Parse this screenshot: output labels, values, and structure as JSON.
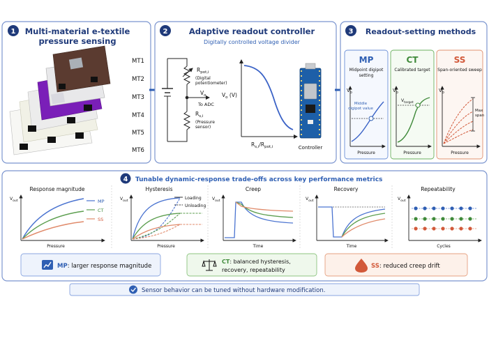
{
  "panel1": {
    "number": "1",
    "title_line1": "Multi-material e-textile",
    "title_line2": "pressure sensing",
    "materials": [
      "MT1",
      "MT2",
      "MT3",
      "MT4",
      "MT5",
      "MT6"
    ]
  },
  "panel2": {
    "number": "2",
    "title": "Adaptive readout controller",
    "subtitle": "Digitally controlled voltage divider",
    "rpot_label": "R",
    "rpot_sub": "pot,i",
    "rpot_desc1": "(Digital",
    "rpot_desc2": "potentiometer)",
    "vo_label": "V",
    "vo_sub": "o",
    "to_adc": "To ADC",
    "rs_label": "R",
    "rs_sub": "s,i",
    "rs_desc1": "(Pressure",
    "rs_desc2": "sensor)",
    "curve_ylabel": "V",
    "curve_ysub": "o",
    "curve_yunit": " (V)",
    "curve_xlabel": "R",
    "curve_xsub1": "s,i",
    "curve_xmid": "/R",
    "curve_xsub2": "pot,i",
    "controller_label": "Controller"
  },
  "panel3": {
    "number": "3",
    "title": "Readout-setting methods",
    "methods": [
      {
        "code": "MP",
        "desc1": "Midpoint digipot",
        "desc2": "setting",
        "color": "#2f5fb3",
        "note1": "Middle",
        "note2": "digipot value"
      },
      {
        "code": "CT",
        "desc1": "Calibrated target",
        "desc2": "",
        "color": "#3f8a3a",
        "note1": "V",
        "note2": "target"
      },
      {
        "code": "SS",
        "desc1": "Span-oriented sweep",
        "desc2": "",
        "color": "#d2593a",
        "note1": "Max",
        "note2": "span"
      }
    ],
    "y_label": "V",
    "y_sub": "o",
    "x_label": "Pressure"
  },
  "panel4": {
    "number": "4",
    "title": "Tunable dynamic-response trade-offs across key performance metrics",
    "charts": [
      {
        "title": "Response magnitude",
        "xlabel": "Pressure"
      },
      {
        "title": "Hysteresis",
        "xlabel": "Pressure"
      },
      {
        "title": "Creep",
        "xlabel": "Time"
      },
      {
        "title": "Recovery",
        "xlabel": "Time"
      },
      {
        "title": "Repeatability",
        "xlabel": "Cycles"
      }
    ],
    "y_label": "V",
    "y_sub": "out",
    "legend": [
      "MP",
      "CT",
      "SS"
    ],
    "hyst_legend": [
      "Loading",
      "Unloading"
    ],
    "summary": [
      {
        "code": "MP",
        "text": ": larger response magnitude",
        "color": "#2f5fb3"
      },
      {
        "code": "CT",
        "text1": ": balanced hysteresis,",
        "text2": "recovery, repeatability",
        "color": "#3f8a3a"
      },
      {
        "code": "SS",
        "text": ": reduced creep drift",
        "color": "#d2593a"
      }
    ]
  },
  "footer": {
    "text": "Sensor behavior can be tuned without hardware modification."
  },
  "colors": {
    "navy": "#1f3a7a",
    "mp": "#2f5fb3",
    "ct": "#3f8a3a",
    "ss": "#d2593a",
    "panel_border": "#7b95cf"
  }
}
